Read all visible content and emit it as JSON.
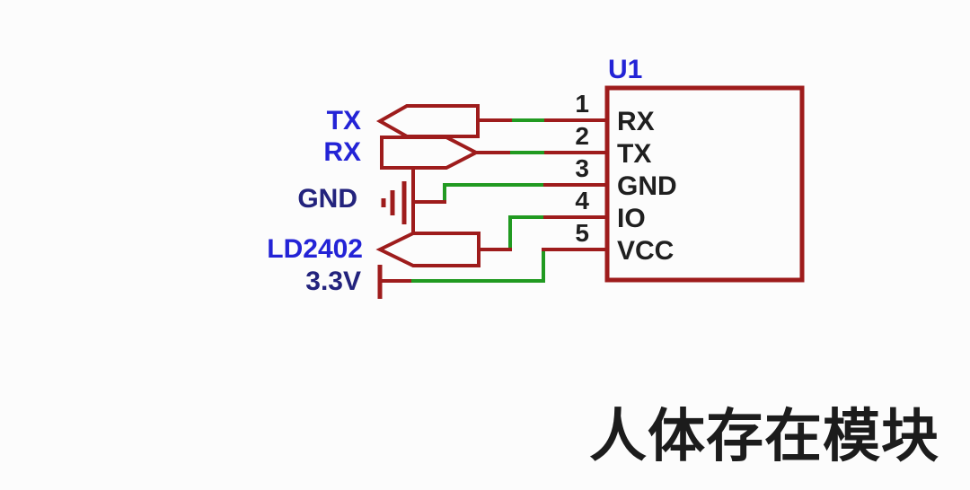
{
  "title": {
    "text": "人体存在模块"
  },
  "component": {
    "designator": "U1",
    "pins": [
      {
        "number": "1",
        "name": "RX"
      },
      {
        "number": "2",
        "name": "TX"
      },
      {
        "number": "3",
        "name": "GND"
      },
      {
        "number": "4",
        "name": "IO"
      },
      {
        "number": "5",
        "name": "VCC"
      }
    ]
  },
  "net_ports": [
    {
      "label": "TX",
      "type": "net-port",
      "arrow": "left"
    },
    {
      "label": "RX",
      "type": "net-port",
      "arrow": "right"
    },
    {
      "label": "GND",
      "type": "ground-symbol"
    },
    {
      "label": "LD2402",
      "type": "net-port",
      "arrow": "left"
    },
    {
      "label": "3.3V",
      "type": "power-bar"
    }
  ],
  "connections": [
    {
      "from": "TX port",
      "to": "U1 pin 1 (RX)"
    },
    {
      "from": "RX port",
      "to": "U1 pin 2 (TX)"
    },
    {
      "from": "GND ground",
      "to": "U1 pin 3 (GND)"
    },
    {
      "from": "LD2402 port",
      "to": "U1 pin 4 (IO)"
    },
    {
      "from": "3.3V power",
      "to": "U1 pin 5 (VCC)"
    }
  ],
  "colors": {
    "symbol_outline": "#9e1c1c",
    "wire_green": "#219a21",
    "net_label_blue": "#2323d6",
    "power_label_navy": "#23237d",
    "pin_text": "#1f1f1f",
    "title_text": "#1c1c1c",
    "background": "#fcfcfc"
  }
}
